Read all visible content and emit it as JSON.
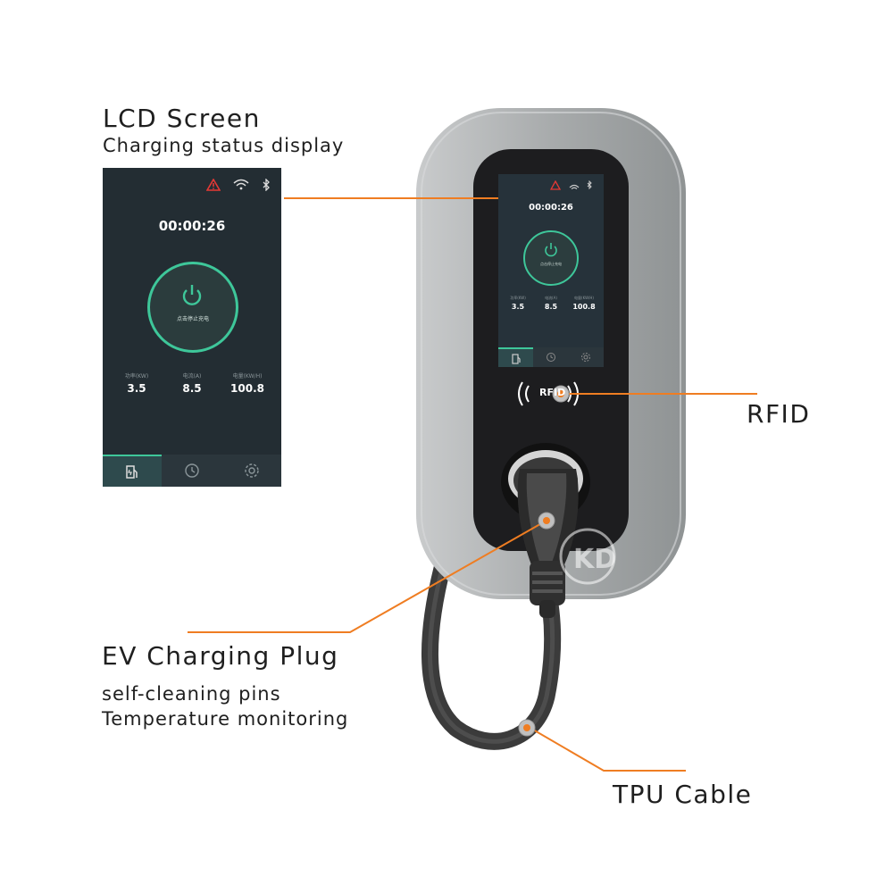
{
  "callouts": {
    "lcd": {
      "title": "LCD Screen",
      "subtitle": "Charging status display"
    },
    "rfid": {
      "title": "RFID"
    },
    "plug": {
      "title": "EV Charging Plug",
      "lines": [
        "self-cleaning pins",
        "Temperature monitoring"
      ]
    },
    "cable": {
      "title": "TPU Cable"
    }
  },
  "screen": {
    "timer": "00:00:26",
    "stop_label": "点击停止充电",
    "metrics": [
      {
        "label": "功率(KW)",
        "value": "3.5"
      },
      {
        "label": "电流(A)",
        "value": "8.5"
      },
      {
        "label": "电量(KW/H)",
        "value": "100.8"
      }
    ],
    "status_icons": [
      "warning-icon",
      "wifi-icon",
      "bluetooth-icon"
    ],
    "nav_icons": [
      "charger-icon",
      "clock-icon",
      "gear-icon"
    ]
  },
  "device": {
    "rfid_label": "RFID",
    "logo": "KD"
  },
  "colors": {
    "accent_line": "#ef7d22",
    "ring": "#3ec79a",
    "warning": "#e53935",
    "screen_bg": "#232d33",
    "housing": "#a8acad"
  }
}
